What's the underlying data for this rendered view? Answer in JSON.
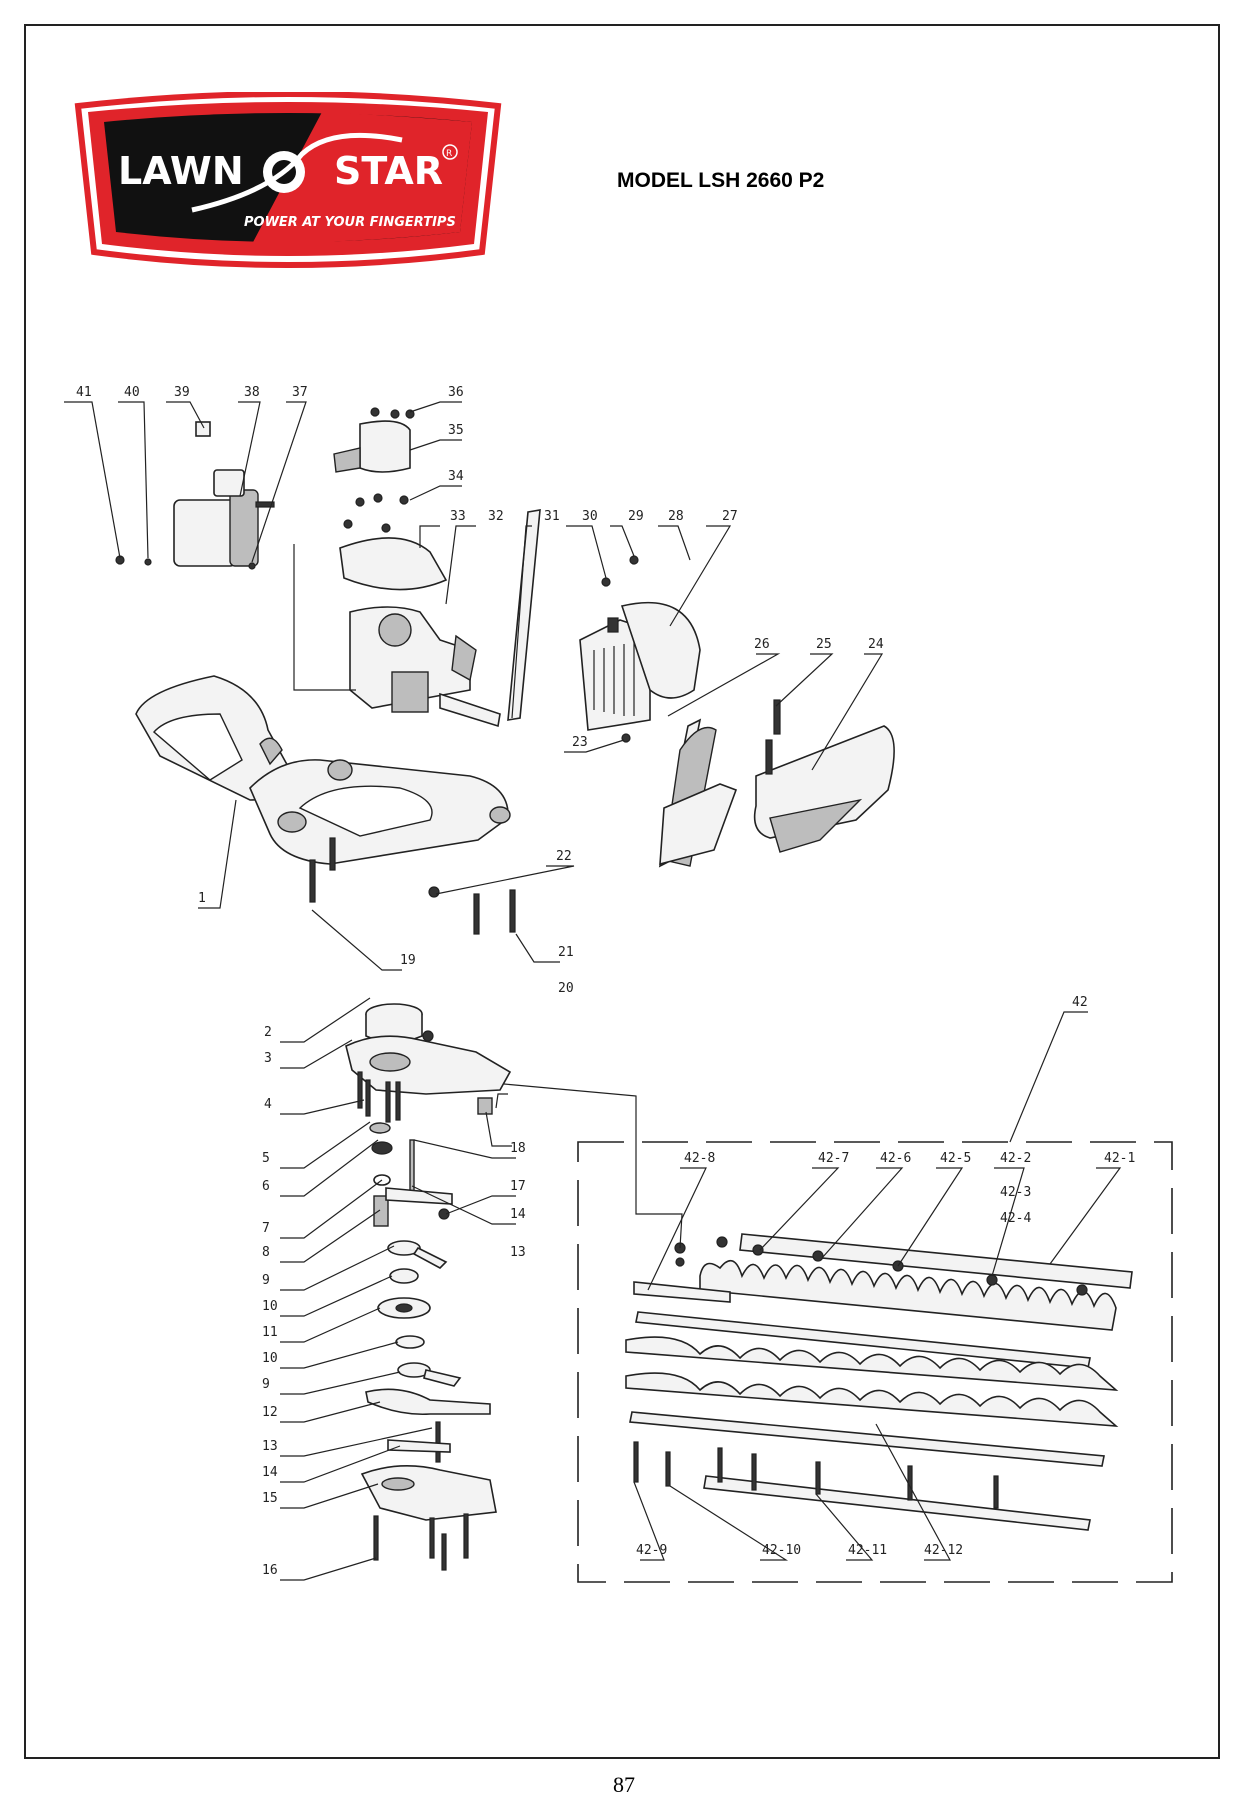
{
  "logo": {
    "brand_left": "LAWN",
    "brand_right": "STAR",
    "registered": "R",
    "tagline": "POWER AT YOUR FINGERTIPS",
    "colors": {
      "red": "#e0242a",
      "black": "#111111",
      "white": "#ffffff"
    }
  },
  "header": {
    "model": "MODEL LSH 2660 P2"
  },
  "part_labels": {
    "p1": "1",
    "p2": "2",
    "p3": "3",
    "p4": "4",
    "p5": "5",
    "p6": "6",
    "p7": "7",
    "p8": "8",
    "p9a": "9",
    "p9b": "9",
    "p10a": "10",
    "p10b": "10",
    "p11": "11",
    "p12": "12",
    "p13a": "13",
    "p13b": "13",
    "p14a": "14",
    "p14b": "14",
    "p15": "15",
    "p16": "16",
    "p17": "17",
    "p18": "18",
    "p19": "19",
    "p20": "20",
    "p21": "21",
    "p22": "22",
    "p23": "23",
    "p24": "24",
    "p25": "25",
    "p26": "26",
    "p27": "27",
    "p28": "28",
    "p29": "29",
    "p30": "30",
    "p31": "31",
    "p32": "32",
    "p33": "33",
    "p34": "34",
    "p35": "35",
    "p36": "36",
    "p37": "37",
    "p38": "38",
    "p39": "39",
    "p40": "40",
    "p41": "41",
    "p42": "42",
    "p42_1": "42-1",
    "p42_2": "42-2",
    "p42_3": "42-3",
    "p42_4": "42-4",
    "p42_5": "42-5",
    "p42_6": "42-6",
    "p42_7": "42-7",
    "p42_8": "42-8",
    "p42_9": "42-9",
    "p42_10": "42-10",
    "p42_11": "42-11",
    "p42_12": "42-12"
  },
  "footer": {
    "page_number": "87"
  }
}
